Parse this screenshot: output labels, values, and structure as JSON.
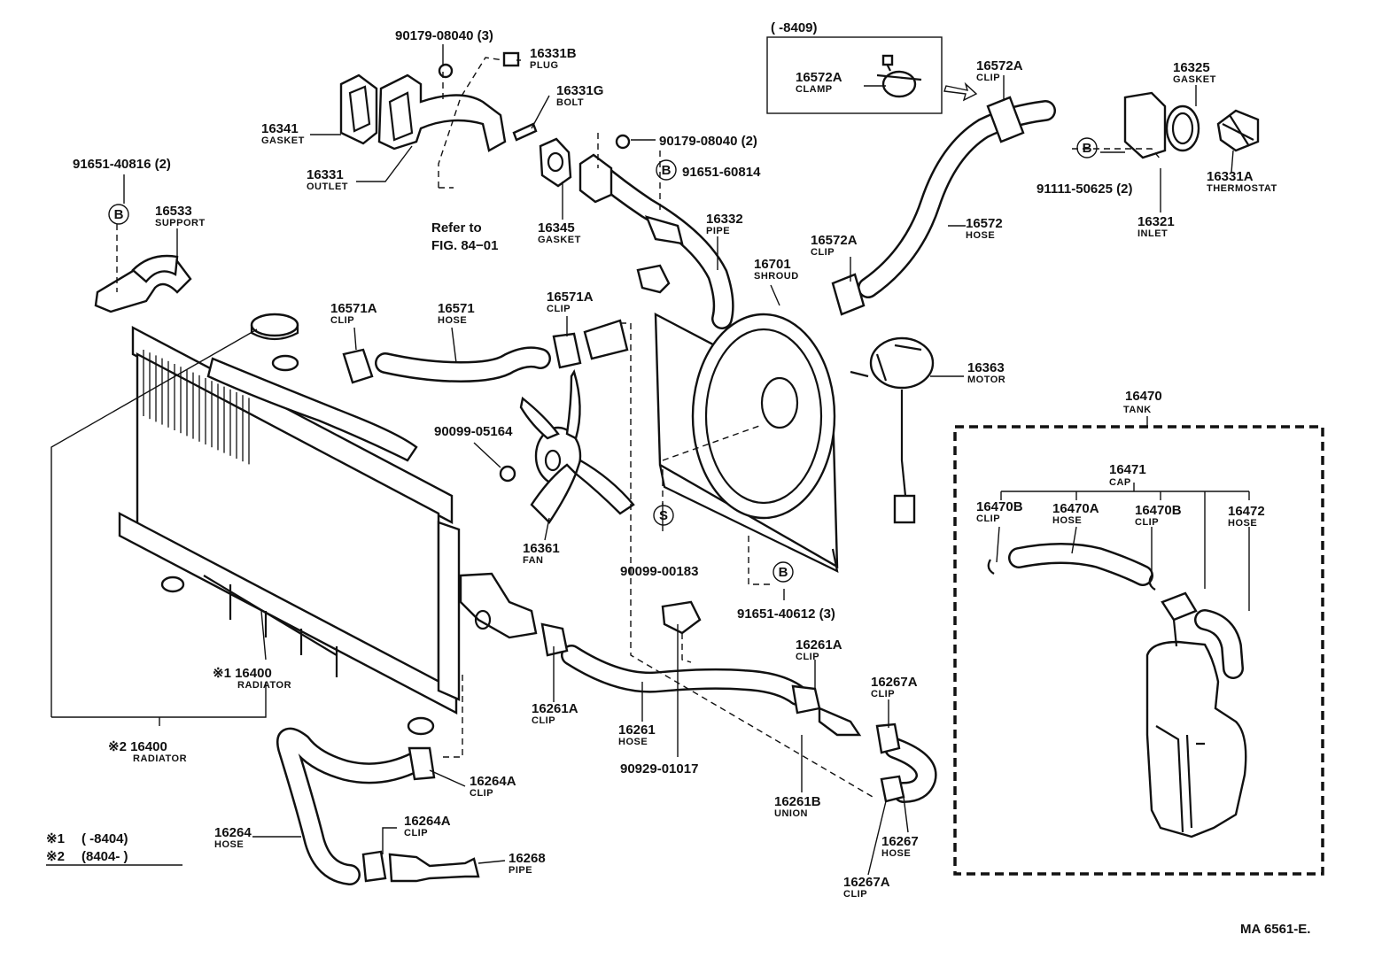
{
  "diagram": {
    "ref_code": "MA 6561-E.",
    "inset_period": "(       -8409)",
    "tank_label": {
      "number": "16470",
      "name": "TANK"
    },
    "cap_label": {
      "number": "16471",
      "name": "CAP"
    },
    "legend": [
      {
        "mark": "※1",
        "range": "(       -8404)"
      },
      {
        "mark": "※2",
        "range": "(8404-       )"
      }
    ],
    "bolt_marker": "B",
    "stud_marker": "S",
    "parts": [
      {
        "id": "p90179a",
        "number": "90179-08040 (3)",
        "name": ""
      },
      {
        "id": "p16331b",
        "number": "16331B",
        "name": "PLUG"
      },
      {
        "id": "p16331g",
        "number": "16331G",
        "name": "BOLT"
      },
      {
        "id": "p16341",
        "number": "16341",
        "name": "GASKET"
      },
      {
        "id": "p16331",
        "number": "16331",
        "name": "OUTLET"
      },
      {
        "id": "p90179b",
        "number": "90179-08040 (2)",
        "name": ""
      },
      {
        "id": "p91651_60814",
        "number": "91651-60814",
        "name": ""
      },
      {
        "id": "p91651_40816",
        "number": "91651-40816 (2)",
        "name": ""
      },
      {
        "id": "p16533",
        "number": "16533",
        "name": "SUPPORT"
      },
      {
        "id": "p16345",
        "number": "16345",
        "name": "GASKET"
      },
      {
        "id": "p16332",
        "number": "16332",
        "name": "PIPE"
      },
      {
        "id": "p16572a_inset",
        "number": "16572A",
        "name": "CLAMP"
      },
      {
        "id": "p16572a_top",
        "number": "16572A",
        "name": "CLIP"
      },
      {
        "id": "p16325",
        "number": "16325",
        "name": "GASKET"
      },
      {
        "id": "p16331a",
        "number": "16331A",
        "name": "THERMOSTAT"
      },
      {
        "id": "p91111",
        "number": "91111-50625 (2)",
        "name": ""
      },
      {
        "id": "p16321",
        "number": "16321",
        "name": "INLET"
      },
      {
        "id": "p16572",
        "number": "16572",
        "name": "HOSE"
      },
      {
        "id": "p16572a_mid",
        "number": "16572A",
        "name": "CLIP"
      },
      {
        "id": "p16701",
        "number": "16701",
        "name": "SHROUD"
      },
      {
        "id": "p16571a_l",
        "number": "16571A",
        "name": "CLIP"
      },
      {
        "id": "p16571",
        "number": "16571",
        "name": "HOSE"
      },
      {
        "id": "p16571a_r",
        "number": "16571A",
        "name": "CLIP"
      },
      {
        "id": "p16363",
        "number": "16363",
        "name": "MOTOR"
      },
      {
        "id": "p90099_05164",
        "number": "90099-05164",
        "name": ""
      },
      {
        "id": "p16361",
        "number": "16361",
        "name": "FAN"
      },
      {
        "id": "p90099_00183",
        "number": "90099-00183",
        "name": ""
      },
      {
        "id": "p91651_40612",
        "number": "91651-40612 (3)",
        "name": ""
      },
      {
        "id": "p16470b_l",
        "number": "16470B",
        "name": "CLIP"
      },
      {
        "id": "p16470a",
        "number": "16470A",
        "name": "HOSE"
      },
      {
        "id": "p16470b_r",
        "number": "16470B",
        "name": "CLIP"
      },
      {
        "id": "p16472",
        "number": "16472",
        "name": "HOSE"
      },
      {
        "id": "p16400_1",
        "number": "※1 16400",
        "name": "RADIATOR"
      },
      {
        "id": "p16400_2",
        "number": "※2 16400",
        "name": "RADIATOR"
      },
      {
        "id": "p16261a_top",
        "number": "16261A",
        "name": "CLIP"
      },
      {
        "id": "p16261a_bot",
        "number": "16261A",
        "name": "CLIP"
      },
      {
        "id": "p16261",
        "number": "16261",
        "name": "HOSE"
      },
      {
        "id": "p90929",
        "number": "90929-01017",
        "name": ""
      },
      {
        "id": "p16267a_top",
        "number": "16267A",
        "name": "CLIP"
      },
      {
        "id": "p16261b",
        "number": "16261B",
        "name": "UNION"
      },
      {
        "id": "p16267",
        "number": "16267",
        "name": "HOSE"
      },
      {
        "id": "p16267a_bot",
        "number": "16267A",
        "name": "CLIP"
      },
      {
        "id": "p16264a_r",
        "number": "16264A",
        "name": "CLIP"
      },
      {
        "id": "p16264",
        "number": "16264",
        "name": "HOSE"
      },
      {
        "id": "p16264a_b",
        "number": "16264A",
        "name": "CLIP"
      },
      {
        "id": "p16268",
        "number": "16268",
        "name": "PIPE"
      }
    ],
    "refer": {
      "line1": "Refer to",
      "line2": "FIG. 84−01"
    }
  }
}
